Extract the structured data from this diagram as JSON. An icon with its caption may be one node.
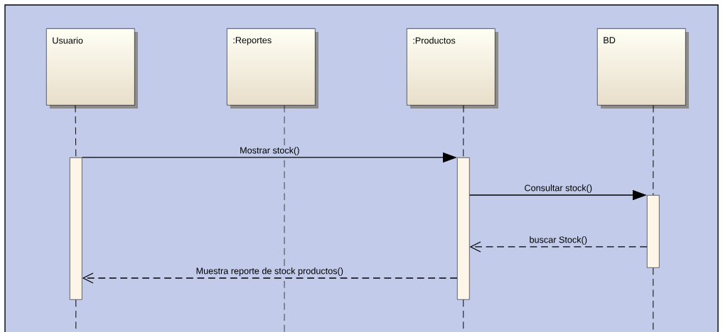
{
  "diagram": {
    "nodes": [
      {
        "text": [
          "Usuario"
        ]
      },
      {
        "text": [
          ":Reportes"
        ]
      },
      {
        "text": [
          ":Productos"
        ]
      },
      {
        "text": [
          "BD"
        ]
      },
      {
        "text": [],
        "shape": "bar"
      },
      {
        "text": [],
        "shape": "bar"
      },
      {
        "text": [],
        "shape": "bar"
      }
    ],
    "edges": [
      {
        "from": 0,
        "to": 4,
        "arrow": "none",
        "style": "dashed"
      },
      {
        "from": 4,
        "to": null,
        "arrow": "none",
        "style": "dashed"
      },
      {
        "from": 1,
        "to": null,
        "arrow": "none",
        "style": "dashed"
      },
      {
        "from": 2,
        "to": 5,
        "arrow": "none",
        "style": "dashed"
      },
      {
        "from": 5,
        "to": null,
        "arrow": "none",
        "style": "dashed"
      },
      {
        "from": 3,
        "to": 6,
        "arrow": "none",
        "style": "dashed"
      },
      {
        "from": 6,
        "to": null,
        "arrow": "none",
        "style": "dashed"
      },
      {
        "from": 4,
        "to": 5,
        "arrow": "to",
        "label": "Mostrar stock()"
      },
      {
        "from": 5,
        "to": 6,
        "arrow": "to",
        "label": "Consultar stock()"
      },
      {
        "from": 6,
        "to": 5,
        "arrow": "to",
        "label": "buscar Stock()",
        "style": "dashed"
      },
      {
        "from": 5,
        "to": 4,
        "arrow": "to",
        "label": "Muestra reporte de stock productos()",
        "style": "dashed"
      }
    ]
  }
}
